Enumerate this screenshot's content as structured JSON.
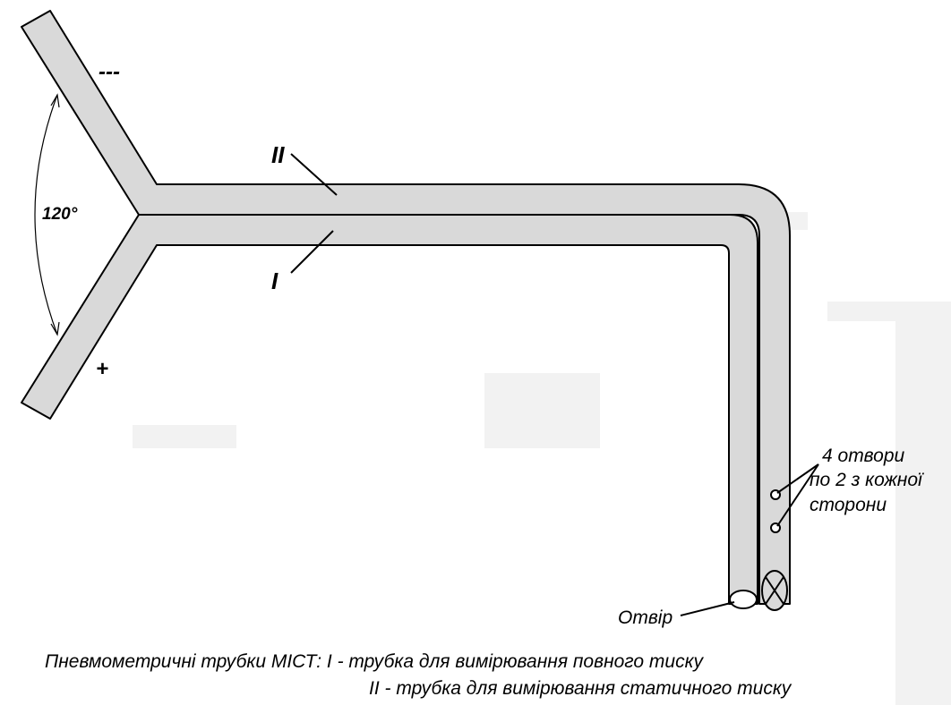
{
  "labels": {
    "minus_sign": "---",
    "plus_sign": "+",
    "angle": "120°",
    "tube_two": "II",
    "tube_one": "I",
    "holes_line1": "4 отвори",
    "holes_line2": "по 2 з кожної",
    "holes_line3": "сторони",
    "opening": "Отвір"
  },
  "caption": {
    "line1": "Пневмометричні трубки МІСТ:  I - трубка для вимірювання повного тиску",
    "line2": "II - трубка для вимірювання статичного тиску"
  },
  "colors": {
    "tube_fill": "#d9d9d9",
    "outline": "#000000",
    "background": "#ffffff"
  }
}
